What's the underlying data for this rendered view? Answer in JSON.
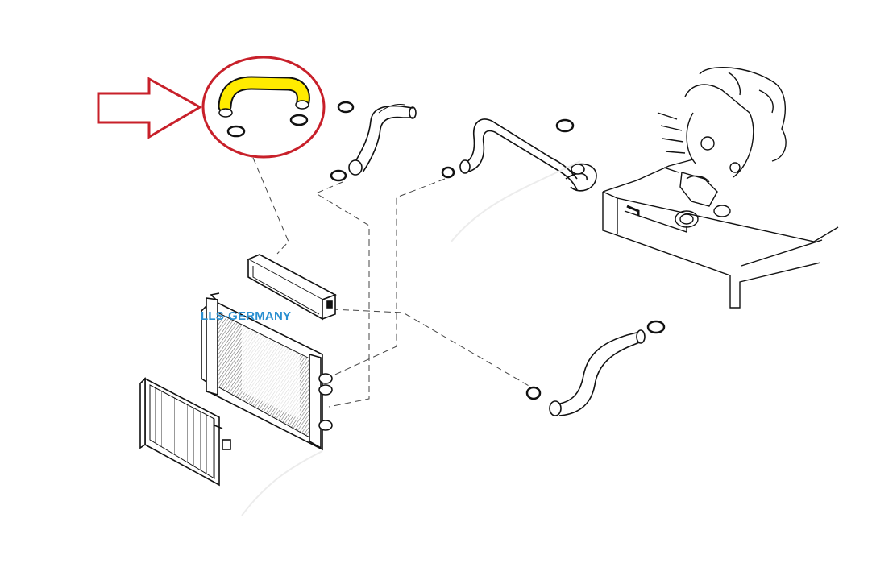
{
  "brand_label": "LLS-GERMANY",
  "colors": {
    "brand_text": "#2a8fd0",
    "highlight_hose": "#ffeb00",
    "highlight_outline": "#c8202a",
    "line": "#1a1a1a",
    "hatch": "#555555"
  },
  "icons": {
    "pointer": "arrow-right-outline-icon"
  },
  "parts": [
    "highlighted-coolant-hose",
    "hose-clamp",
    "upper-coolant-hose",
    "heater-pipe-assembly",
    "expansion-reservoir",
    "radiator",
    "condenser",
    "lower-coolant-hose",
    "engine-block"
  ]
}
